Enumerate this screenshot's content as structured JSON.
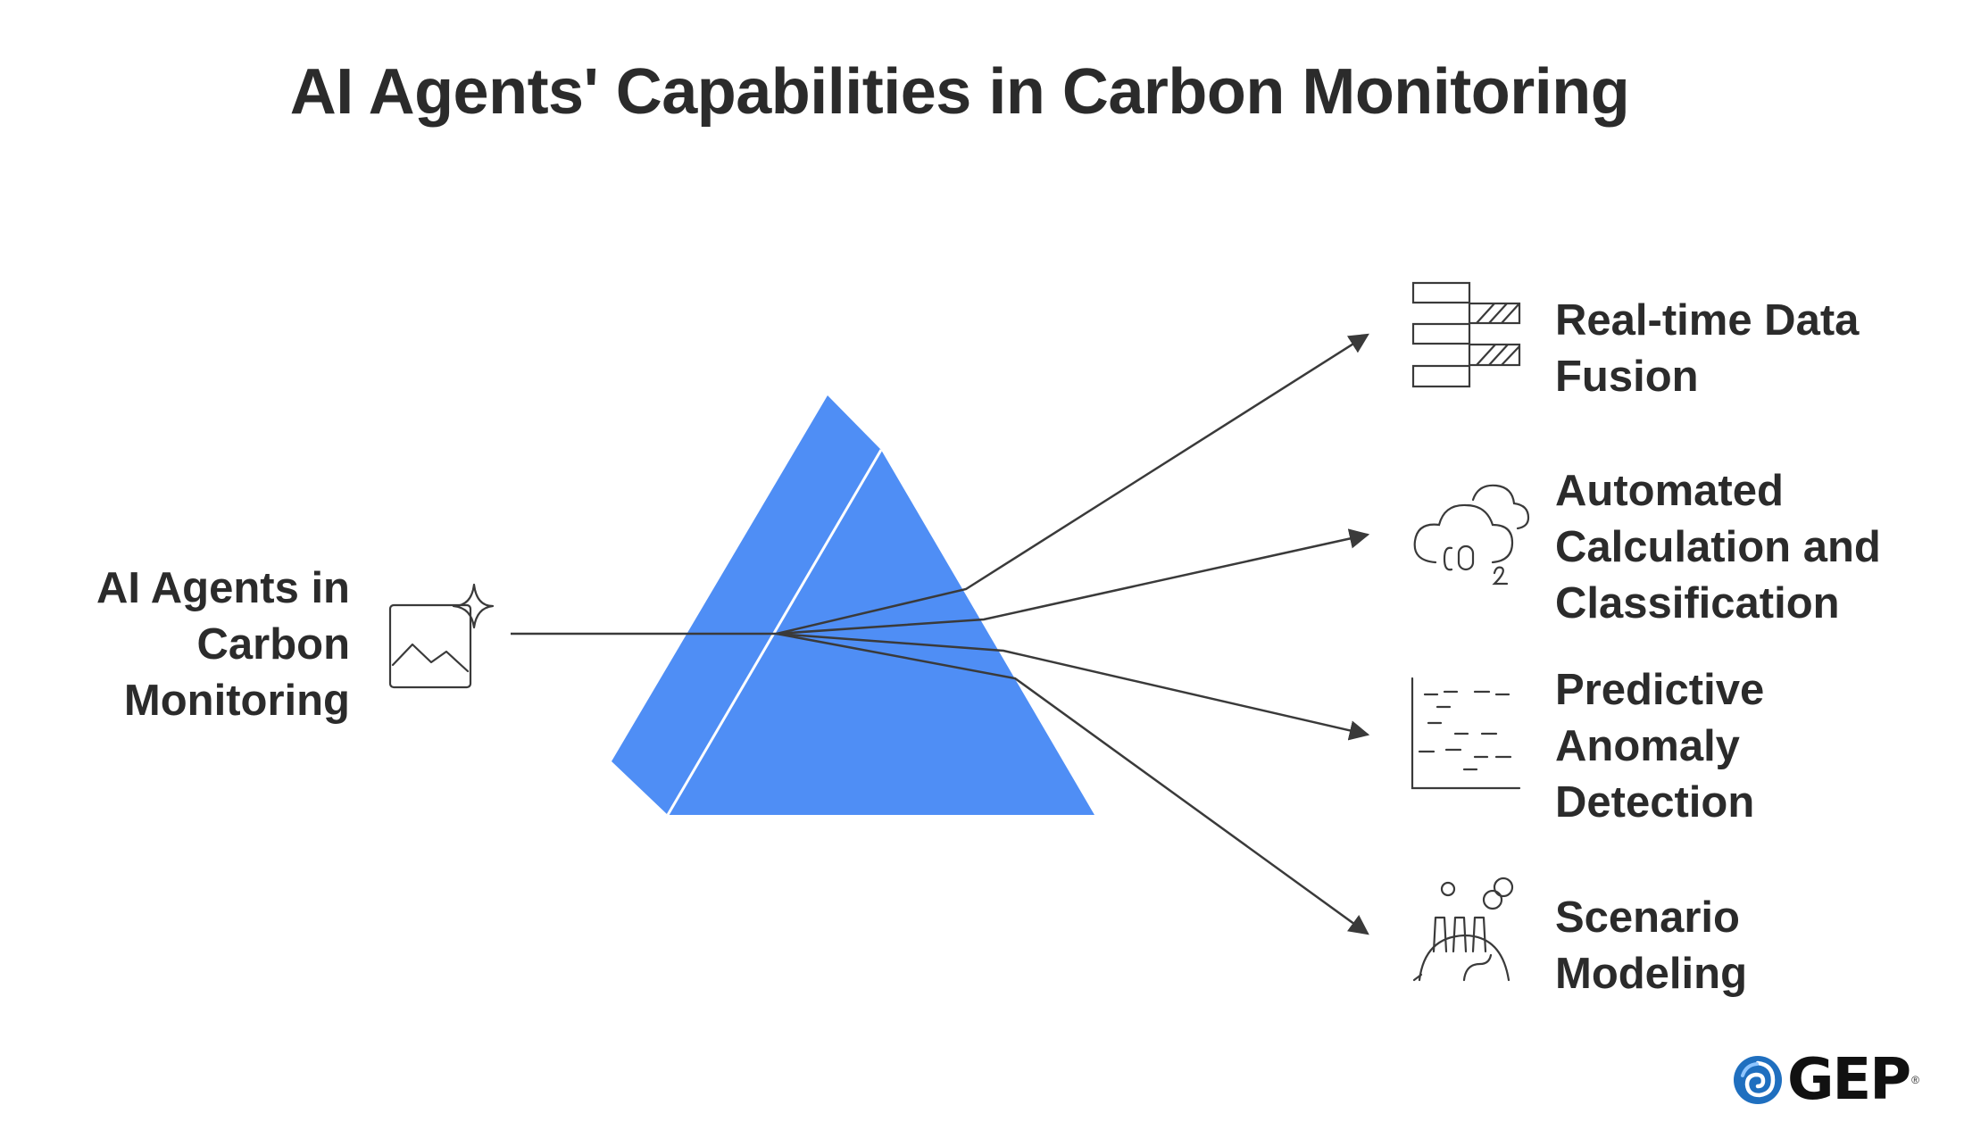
{
  "title": "AI Agents' Capabilities in Carbon Monitoring",
  "source": {
    "label_lines": [
      "AI Agents in",
      "Carbon",
      "Monitoring"
    ],
    "icon": "image-sparkle-icon"
  },
  "capabilities": [
    {
      "label_lines": [
        "Real-time Data",
        "Fusion"
      ],
      "icon": "data-bars-icon"
    },
    {
      "label_lines": [
        "Automated",
        "Calculation and",
        "Classification"
      ],
      "icon": "co2-cloud-icon"
    },
    {
      "label_lines": [
        "Predictive",
        "Anomaly",
        "Detection"
      ],
      "icon": "anomaly-chart-icon"
    },
    {
      "label_lines": [
        "Scenario",
        "Modeling"
      ],
      "icon": "factory-earth-icon"
    }
  ],
  "logo": {
    "text": "GEP",
    "mark": "®",
    "icon": "gep-swirl-icon"
  },
  "colors": {
    "prism": "#4f8ef5",
    "prism_edge": "#ffffff",
    "lines": "#3a3a3a",
    "text": "#2b2b2b",
    "logo_blue": "#1f6fbf"
  }
}
